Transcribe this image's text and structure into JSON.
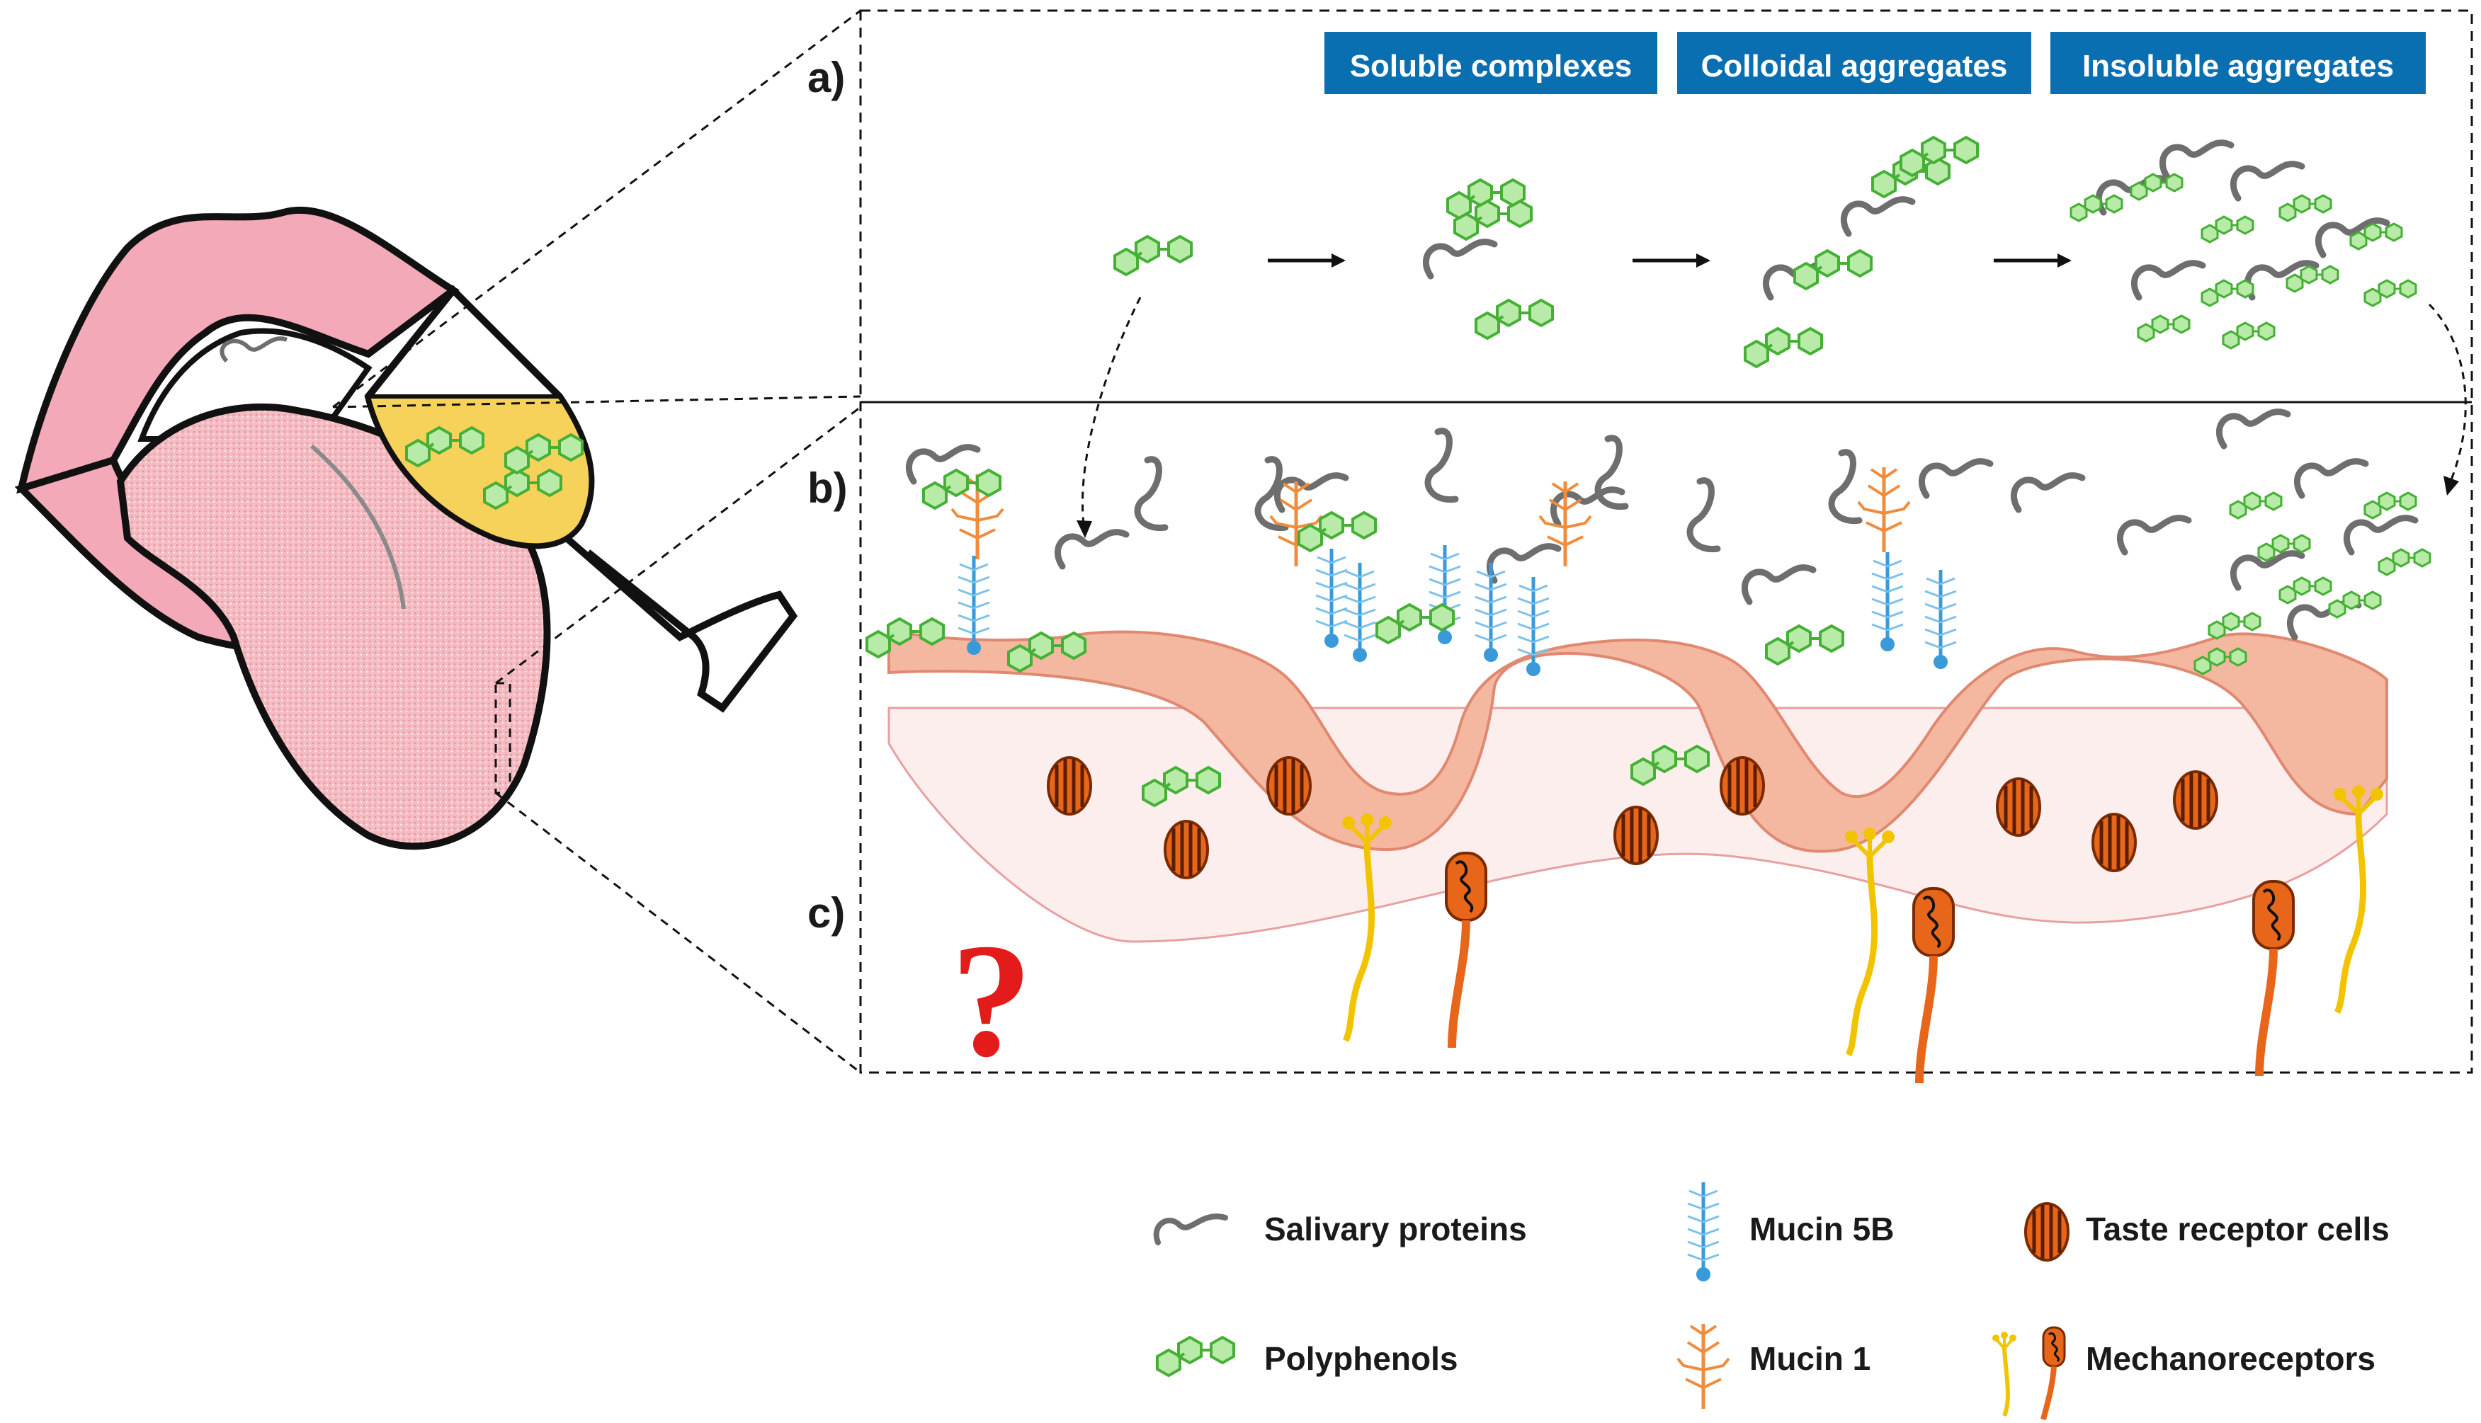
{
  "panels": {
    "a": "a)",
    "b": "b)",
    "c": "c)"
  },
  "stages": [
    {
      "label": "Soluble complexes"
    },
    {
      "label": "Colloidal aggregates"
    },
    {
      "label": "Insoluble aggregates"
    }
  ],
  "question_mark": "?",
  "legend": {
    "salivary_proteins": "Salivary proteins",
    "polyphenols": "Polyphenols",
    "mucin_5b": "Mucin 5B",
    "mucin_1": "Mucin 1",
    "taste_receptor_cells": "Taste receptor cells",
    "mechanoreceptors": "Mechanoreceptors"
  },
  "colors": {
    "header_bg": "#0a6fb0",
    "polyphenol": "#5ec447",
    "polyphenol_fill": "#b8eaa8",
    "protein": "#6e6e6e",
    "mucin5b": "#3a9ad9",
    "mucin1": "#f08c3c",
    "epithelium": "#f4b8a0",
    "tissue": "#fdeeee",
    "receptor": "#e8661a",
    "mechano": "#f2c400",
    "question": "#e31b1b",
    "lips": "#f3a9b8",
    "tongue": "#f2b3ba",
    "wine": "#f7d25a"
  }
}
